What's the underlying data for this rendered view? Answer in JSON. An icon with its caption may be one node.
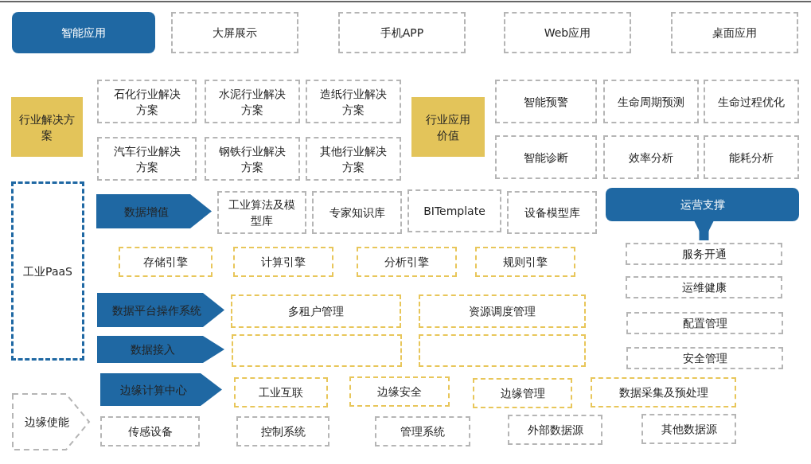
{
  "diagram": {
    "nodes": [
      {
        "text": [
          "智能应用"
        ]
      },
      {
        "text": [
          "大屏展示"
        ]
      },
      {
        "text": [
          "手机APP"
        ]
      },
      {
        "text": [
          "Web应用"
        ]
      },
      {
        "text": [
          "桌面应用"
        ]
      },
      {
        "text": [
          "行业解决方案"
        ]
      },
      {
        "text": [
          "石化行业解决方案"
        ]
      },
      {
        "text": [
          "水泥行业解决方案"
        ]
      },
      {
        "text": [
          "造纸行业解决方案"
        ]
      },
      {
        "text": [
          "汽车行业解决方案"
        ]
      },
      {
        "text": [
          "钢铁行业解决方案"
        ]
      },
      {
        "text": [
          "其他行业解决方案"
        ]
      },
      {
        "text": [
          "行业应用价值"
        ]
      },
      {
        "text": [
          "智能预警"
        ]
      },
      {
        "text": [
          "生命周期预测"
        ]
      },
      {
        "text": [
          "生命过程优化"
        ]
      },
      {
        "text": [
          "智能诊断"
        ]
      },
      {
        "text": [
          "效率分析"
        ]
      },
      {
        "text": [
          "能耗分析"
        ]
      },
      {
        "text": [
          "工业PaaS"
        ]
      },
      {
        "text": [
          "数据增值"
        ]
      },
      {
        "text": [
          "工业算法及模型库"
        ]
      },
      {
        "text": [
          "专家知识库"
        ]
      },
      {
        "text": [
          "BITemplate"
        ]
      },
      {
        "text": [
          "设备模型库"
        ]
      },
      {
        "text": [
          "运营支撑"
        ]
      },
      {
        "text": [
          "存储引擎"
        ]
      },
      {
        "text": [
          "计算引擎"
        ]
      },
      {
        "text": [
          "分析引擎"
        ]
      },
      {
        "text": [
          "规则引擎"
        ]
      },
      {
        "text": [
          "服务开通"
        ]
      },
      {
        "text": [
          "运维健康"
        ]
      },
      {
        "text": [
          "数据平台操作系统"
        ]
      },
      {
        "text": [
          "多租户管理"
        ]
      },
      {
        "text": [
          "资源调度管理"
        ]
      },
      {
        "text": [
          "配置管理"
        ]
      },
      {
        "text": [
          "数据接入"
        ]
      },
      {
        "text": [],
        "shape": "box"
      },
      {
        "text": [],
        "shape": "box"
      },
      {
        "text": [
          "安全管理"
        ]
      },
      {
        "text": [
          "边缘计算中心"
        ]
      },
      {
        "text": [
          "工业互联"
        ]
      },
      {
        "text": [
          "边缘安全"
        ]
      },
      {
        "text": [
          "边缘管理"
        ]
      },
      {
        "text": [
          "数据采集及预处理"
        ]
      },
      {
        "text": [
          "边缘使能"
        ]
      },
      {
        "text": [
          "传感设备"
        ]
      },
      {
        "text": [
          "控制系统"
        ]
      },
      {
        "text": [
          "管理系统"
        ]
      },
      {
        "text": [
          "外部数据源"
        ]
      },
      {
        "text": [
          "其他数据源"
        ]
      }
    ],
    "edges": [
      {
        "from": 25,
        "to": 30,
        "arrow": "to"
      }
    ]
  }
}
